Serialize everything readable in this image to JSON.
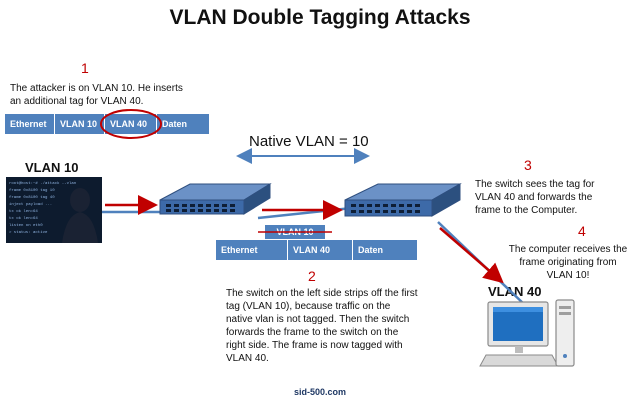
{
  "title": "VLAN Double Tagging Attacks",
  "steps": [
    {
      "num": "1",
      "text": "The attacker is on VLAN 10. He inserts an additional tag for VLAN 40."
    },
    {
      "num": "2",
      "text": "The switch on the left side strips off the first tag (VLAN 10), because traffic on the native vlan is not tagged. Then the switch forwards the frame to the switch on the right side. The frame is now tagged with VLAN 40."
    },
    {
      "num": "3",
      "text": "The switch sees the tag for VLAN 40 and forwards the frame to the Computer."
    },
    {
      "num": "4",
      "text": "The computer receives the frame originating from VLAN 10!"
    }
  ],
  "frame1": [
    "Ethernet",
    "VLAN 10",
    "VLAN 40",
    "Daten"
  ],
  "frame2": {
    "stripped": "VLAN 10",
    "cells": [
      "Ethernet",
      "VLAN 40",
      "Daten"
    ]
  },
  "native_vlan_label": "Native VLAN = 10",
  "attacker_label": "VLAN 10",
  "target_label": "VLAN 40",
  "footer": "sid-500.com",
  "colors": {
    "frame_blue": "#4f81bd",
    "arrow_red": "#c00000",
    "link_blue": "#4f81bd"
  }
}
